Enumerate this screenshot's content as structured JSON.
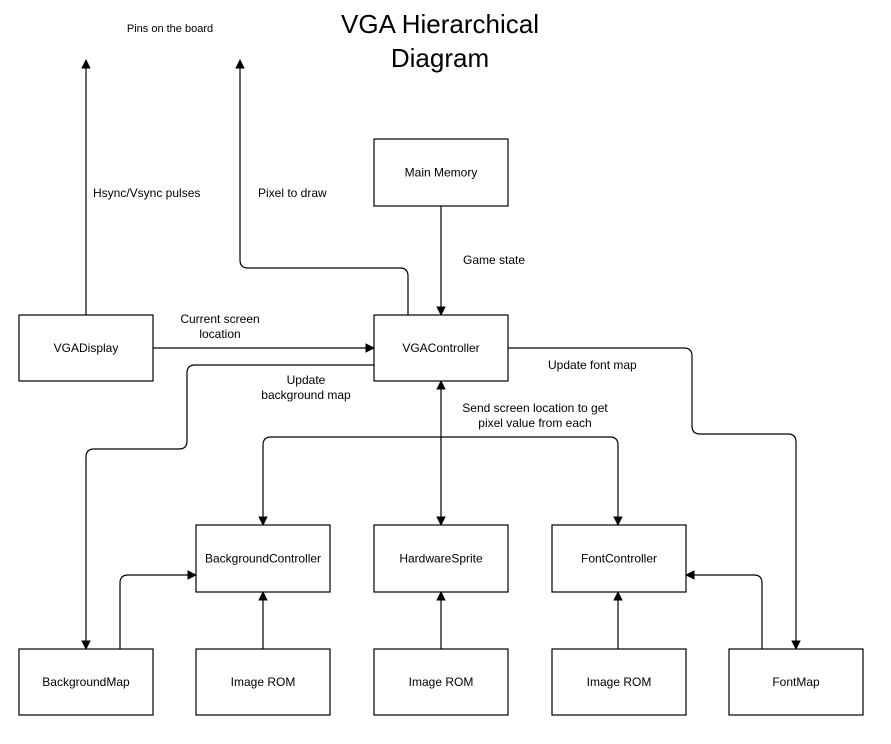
{
  "title": {
    "line1": "VGA Hierarchical",
    "line2": "Diagram"
  },
  "pins_label": "Pins on the board",
  "nodes": {
    "main_memory": "Main Memory",
    "vga_display": "VGADisplay",
    "vga_controller": "VGAController",
    "background_controller": "BackgroundController",
    "hardware_sprite": "HardwareSprite",
    "font_controller": "FontController",
    "background_map": "BackgroundMap",
    "image_rom_1": "Image ROM",
    "image_rom_2": "Image ROM",
    "image_rom_3": "Image ROM",
    "font_map": "FontMap"
  },
  "edges": {
    "hsync": "Hsync/Vsync pulses",
    "pixel_to_draw": "Pixel to draw",
    "game_state": "Game state",
    "current_screen": {
      "line1": "Current screen",
      "line2": "location"
    },
    "update_font_map": "Update font map",
    "update_background": {
      "line1": "Update",
      "line2": "background map"
    },
    "send_screen": {
      "line1": "Send screen location to get",
      "line2": "pixel value from each"
    }
  }
}
